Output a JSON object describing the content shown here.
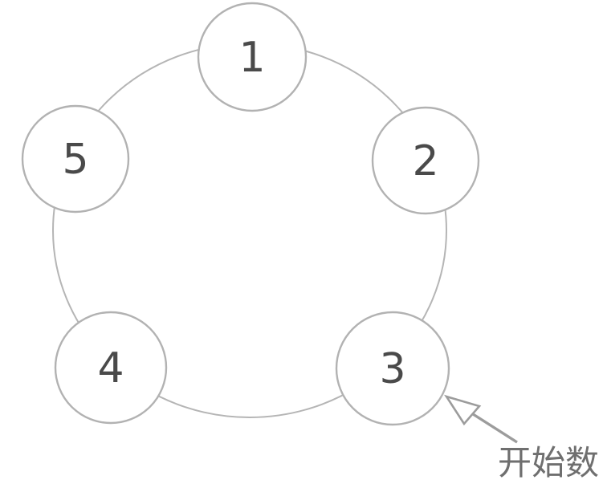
{
  "diagram": {
    "type": "circular-node-diagram",
    "description_visible_text_only": true,
    "nodes": [
      {
        "label": "1"
      },
      {
        "label": "2"
      },
      {
        "label": "3"
      },
      {
        "label": "4"
      },
      {
        "label": "5"
      }
    ],
    "node_order_clockwise_from_top": [
      "1",
      "2",
      "3",
      "4",
      "5"
    ],
    "annotation": {
      "label": "开始数",
      "points_to_node": "3"
    },
    "colors": {
      "background": "#ffffff",
      "ring_stroke": "#b5b5b5",
      "node_stroke": "#b2b2b2",
      "node_fill": "#ffffff",
      "node_text": "#4a4a4a",
      "arrow": "#9c9c9c",
      "annotation_text": "#6f6f6f"
    }
  }
}
